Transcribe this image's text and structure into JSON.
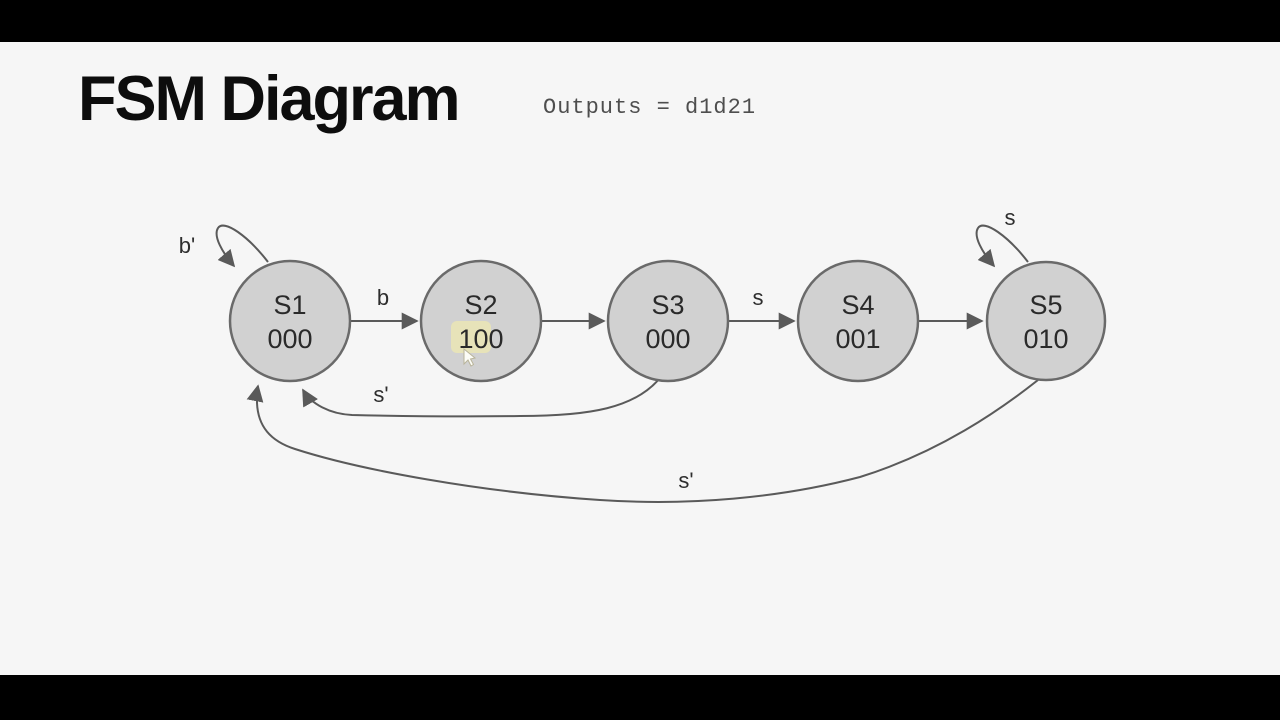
{
  "header": {
    "title": "FSM Diagram",
    "subtitle": "Outputs = d1d21"
  },
  "diagram": {
    "type": "finite-state-machine",
    "states": [
      {
        "name": "S1",
        "output": "000"
      },
      {
        "name": "S2",
        "output": "100"
      },
      {
        "name": "S3",
        "output": "000"
      },
      {
        "name": "S4",
        "output": "001"
      },
      {
        "name": "S5",
        "output": "010"
      }
    ],
    "transitions": [
      {
        "from": "S1",
        "to": "S1",
        "label": "b'"
      },
      {
        "from": "S1",
        "to": "S2",
        "label": "b"
      },
      {
        "from": "S2",
        "to": "S3",
        "label": ""
      },
      {
        "from": "S3",
        "to": "S4",
        "label": "s"
      },
      {
        "from": "S4",
        "to": "S5",
        "label": ""
      },
      {
        "from": "S5",
        "to": "S5",
        "label": "s"
      },
      {
        "from": "S3",
        "to": "S1",
        "label": "s'"
      },
      {
        "from": "S5",
        "to": "S1",
        "label": "s'"
      }
    ],
    "colors": {
      "background": "#f6f6f6",
      "letterbox": "#000000",
      "state_fill": "#d1d1d1",
      "state_stroke": "#6a6a6a",
      "edge": "#5a5a5a",
      "text": "#2a2a2a",
      "cursor_highlight": "#eee8b0"
    }
  }
}
